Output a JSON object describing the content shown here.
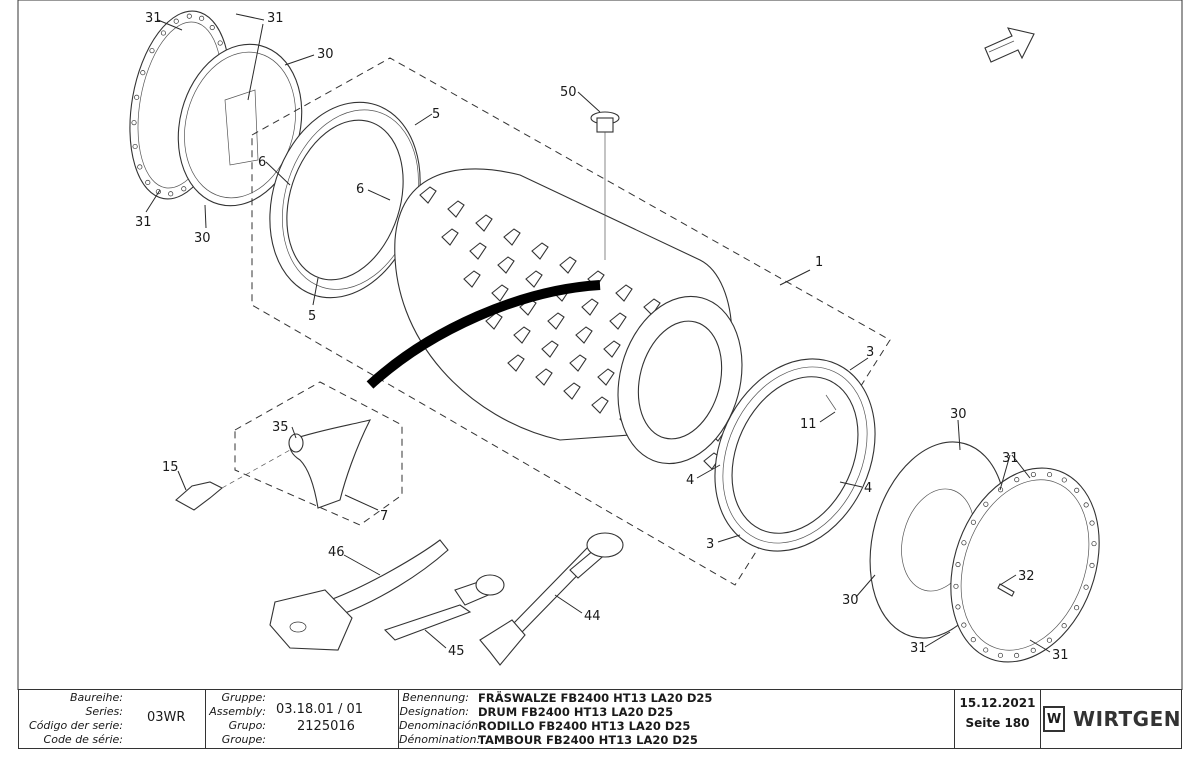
{
  "callouts": [
    {
      "id": "c1",
      "text": "31"
    },
    {
      "id": "c2",
      "text": "31"
    },
    {
      "id": "c3",
      "text": "30"
    },
    {
      "id": "c4",
      "text": "31"
    },
    {
      "id": "c5",
      "text": "30"
    },
    {
      "id": "c6",
      "text": "5"
    },
    {
      "id": "c7",
      "text": "6"
    },
    {
      "id": "c8",
      "text": "6"
    },
    {
      "id": "c9",
      "text": "5"
    },
    {
      "id": "c10",
      "text": "50"
    },
    {
      "id": "c11",
      "text": "1"
    },
    {
      "id": "c12",
      "text": "3"
    },
    {
      "id": "c13",
      "text": "11"
    },
    {
      "id": "c14",
      "text": "4"
    },
    {
      "id": "c15",
      "text": "4"
    },
    {
      "id": "c16",
      "text": "3"
    },
    {
      "id": "c17",
      "text": "35"
    },
    {
      "id": "c18",
      "text": "15"
    },
    {
      "id": "c19",
      "text": "7"
    },
    {
      "id": "c20",
      "text": "46"
    },
    {
      "id": "c21",
      "text": "45"
    },
    {
      "id": "c22",
      "text": "44"
    },
    {
      "id": "c23",
      "text": "30"
    },
    {
      "id": "c24",
      "text": "31"
    },
    {
      "id": "c25",
      "text": "32"
    },
    {
      "id": "c26",
      "text": "30"
    },
    {
      "id": "c27",
      "text": "31"
    },
    {
      "id": "c28",
      "text": "31"
    }
  ],
  "titleblock": {
    "series_labels": [
      "Baureihe:",
      "Series:",
      "Código der serie:",
      "Code de série:"
    ],
    "series_value": "03WR",
    "group_labels": [
      "Gruppe:",
      "Assembly:",
      "Grupo:",
      "Groupe:"
    ],
    "assembly_value": "03.18.01 / 01",
    "group_value": "2125016",
    "designation_labels": [
      "Benennung:",
      "Designation:",
      "Denominación:",
      "Dénomination:"
    ],
    "designation_values": [
      "FRÄSWALZE FB2400 HT13 LA20 D25",
      "DRUM FB2400 HT13 LA20 D25",
      "RODILLO FB2400 HT13 LA20 D25",
      "TAMBOUR FB2400 HT13 LA20 D25"
    ],
    "date": "15.12.2021",
    "page": "Seite 180",
    "logo_mark": "W",
    "logo_text": "WIRTGEN"
  }
}
